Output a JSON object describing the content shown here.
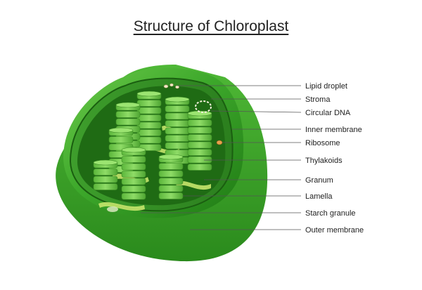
{
  "title": "Structure of Chloroplast",
  "labels": [
    "Lipid droplet",
    "Stroma",
    "Circular DNA",
    "Inner membrane",
    "Ribosome",
    "Thylakoids",
    "Granum",
    "Lamella",
    "Starch granule",
    "Outer membrane"
  ],
  "colors": {
    "outer": "#3da82b",
    "outer_dark": "#237a18",
    "inner_rim": "#2f8f22",
    "stroma": "#1f6b14",
    "thylakoid": "#7fd35a",
    "thylakoid_dark": "#56ad39",
    "lamella": "#c8e86a"
  }
}
